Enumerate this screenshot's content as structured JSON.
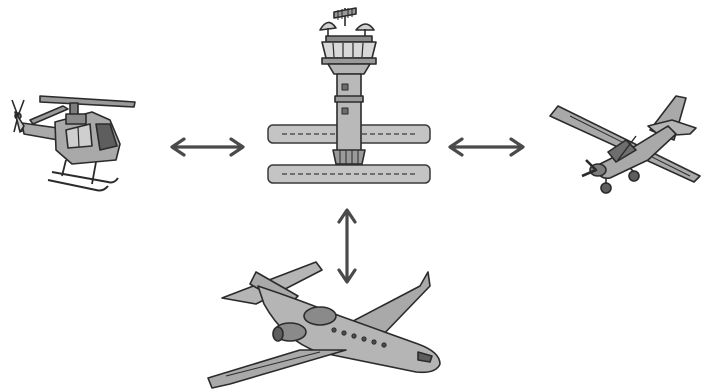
{
  "diagram": {
    "hub": {
      "name": "control-tower",
      "icon": "control-tower-icon"
    },
    "spokes": [
      {
        "name": "helicopter",
        "icon": "helicopter-icon",
        "link": "bidirectional"
      },
      {
        "name": "light-propeller-plane",
        "icon": "propeller-plane-icon",
        "link": "bidirectional"
      },
      {
        "name": "jet-airliner",
        "icon": "jet-airliner-icon",
        "link": "bidirectional"
      }
    ],
    "palette": {
      "outline": "#2b2b2b",
      "body_fill": "#a9a9a9",
      "light_fill": "#cfcfcf",
      "dark_fill": "#7d7d7d",
      "arrow": "#4a4a4a"
    }
  }
}
